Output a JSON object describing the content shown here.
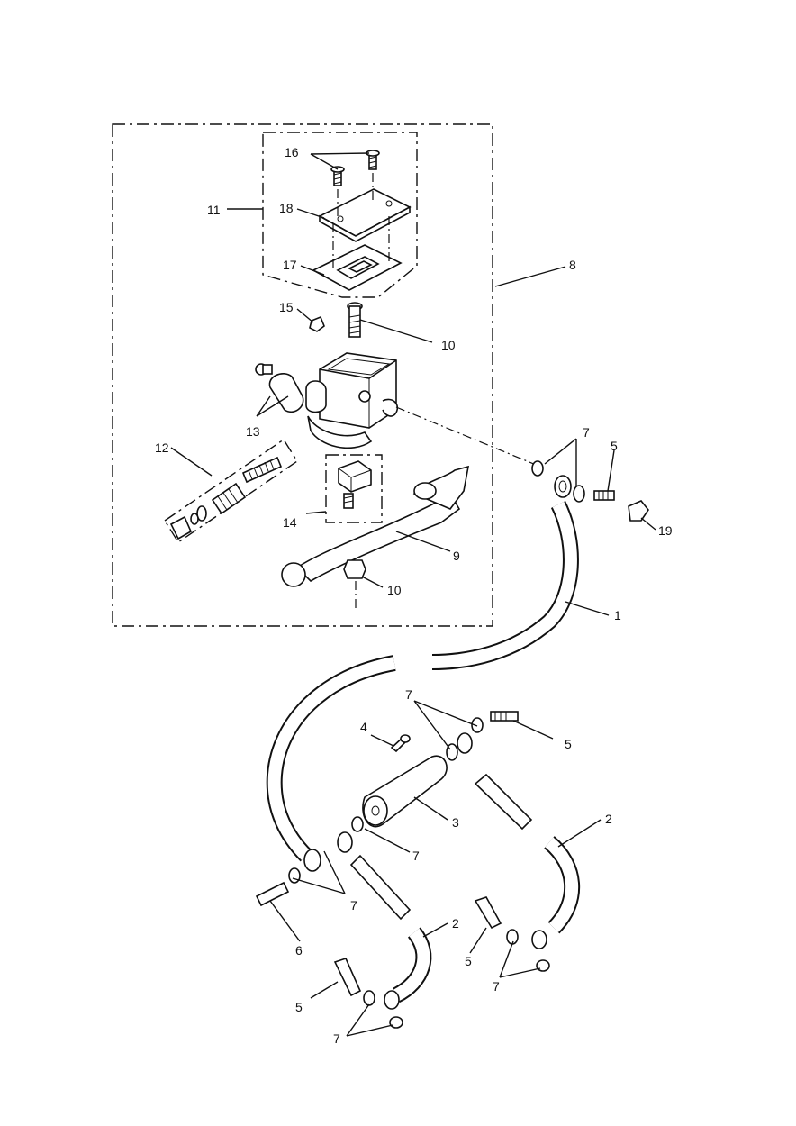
{
  "labels": {
    "l1": "1",
    "l2a": "2",
    "l2b": "2",
    "l3": "3",
    "l4": "4",
    "l5a": "5",
    "l5b": "5",
    "l5c": "5",
    "l5d": "5",
    "l6": "6",
    "l7a": "7",
    "l7b": "7",
    "l7c": "7",
    "l7d": "7",
    "l7e": "7",
    "l7f": "7",
    "l8": "8",
    "l9": "9",
    "l10a": "10",
    "l10b": "10",
    "l11": "11",
    "l12": "12",
    "l13": "13",
    "l14": "14",
    "l15": "15",
    "l16": "16",
    "l17": "17",
    "l18": "18",
    "l19": "19"
  }
}
